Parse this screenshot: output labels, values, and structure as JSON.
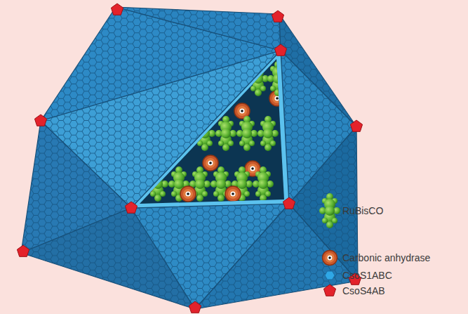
{
  "diagram": {
    "legend": [
      {
        "text": "RuBisCO"
      },
      {
        "text": "Carbonic anhydrase"
      },
      {
        "text": "CsoS1ABC"
      },
      {
        "text": "CsoS4AB"
      }
    ]
  }
}
